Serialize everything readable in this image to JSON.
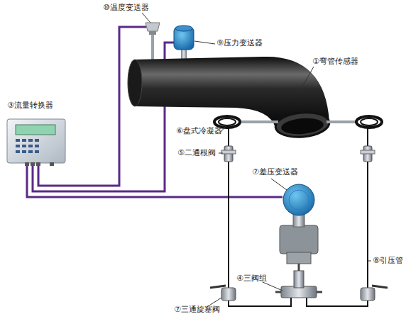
{
  "diagram": {
    "labels": [
      "⑩温度变送器",
      "⑨压力变送器",
      "①弯管传感器",
      "③流量转换器",
      "⑥盘式冷凝器",
      "⑤二通根阀",
      "⑦差压变送器",
      "⑧引压管",
      "④三阀组",
      "⑦三通旋塞阀"
    ]
  }
}
